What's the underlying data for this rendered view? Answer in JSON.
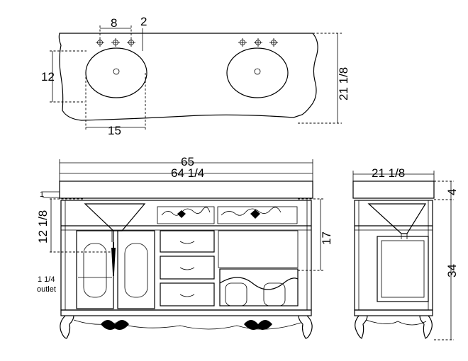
{
  "top_view": {
    "dim_faucet_spread": "8",
    "dim_faucet_offset": "2",
    "dim_depth": "21 1/8",
    "dim_sink_depth": "12",
    "dim_sink_width": "15"
  },
  "front_view": {
    "dim_overall_width": "65",
    "dim_cabinet_width": "64 1/4",
    "dim_top_thickness": "1",
    "dim_apron_height": "12 1/8",
    "dim_drawer_opening": "17",
    "outlet_size": "1 1/4",
    "outlet_label": "outlet"
  },
  "side_view": {
    "dim_side_depth": "21 1/8",
    "dim_top_height": "4",
    "dim_total_height": "34"
  }
}
